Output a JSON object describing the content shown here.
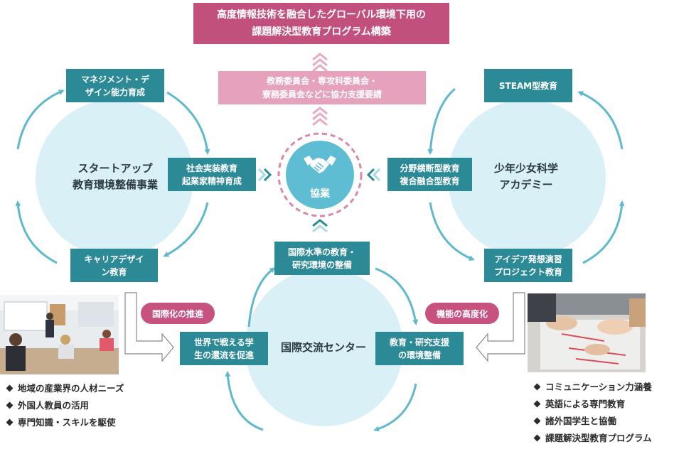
{
  "top_banner": {
    "lines": [
      "高度情報技術を融合したグローバル環境下用の",
      "課題解決型教育プログラム構築"
    ]
  },
  "committee_box": {
    "lines": [
      "教務委員会・専攻科委員会・",
      "寮務委員会などに協力支援要請"
    ]
  },
  "center_hub": {
    "label": "協業",
    "icon": "handshake-icon"
  },
  "left_circle": {
    "title": [
      "スタートアップ",
      "教育環境整備事業"
    ],
    "top_box": [
      "マネジメント・デ",
      "ザイン能力育成"
    ],
    "right_box": [
      "社会実装教育",
      "起業家精神育成"
    ],
    "bottom_box": [
      "キャリアデザイ",
      "ン教育"
    ]
  },
  "right_circle": {
    "title": [
      "少年少女科学",
      "アカデミー"
    ],
    "top_box": [
      "STEAM型教育"
    ],
    "left_box": [
      "分野横断型教育",
      "複合融合型教育"
    ],
    "bottom_box": [
      "アイデア発想演習",
      "プロジェクト教育"
    ]
  },
  "bottom_circle": {
    "title": [
      "国際交流センター"
    ],
    "top_box": [
      "国際水準の教育・",
      "研究環境の整備"
    ],
    "left_box": [
      "世界で戦える学",
      "生の還流を促進"
    ],
    "right_box": [
      "教育・研究支援",
      "の環境整備"
    ]
  },
  "pills": {
    "left": "国際化の推進",
    "right": "機能の高度化"
  },
  "left_bullets": [
    "地域の産業界の人材ニーズ",
    "外国人教員の活用",
    "専門知識・スキルを駆使"
  ],
  "right_bullets": [
    "コミュニケーション力涵養",
    "英語による専門教育",
    "諸外国学生と協働",
    "課題解決型教育プログラム"
  ],
  "colors": {
    "teal": "#2c8a97",
    "banner": "#c2507d",
    "committee": "#e6a2bd",
    "pill": "#c8527f",
    "circle": "#d9f0f6",
    "arrow": "#5fb9cc"
  }
}
